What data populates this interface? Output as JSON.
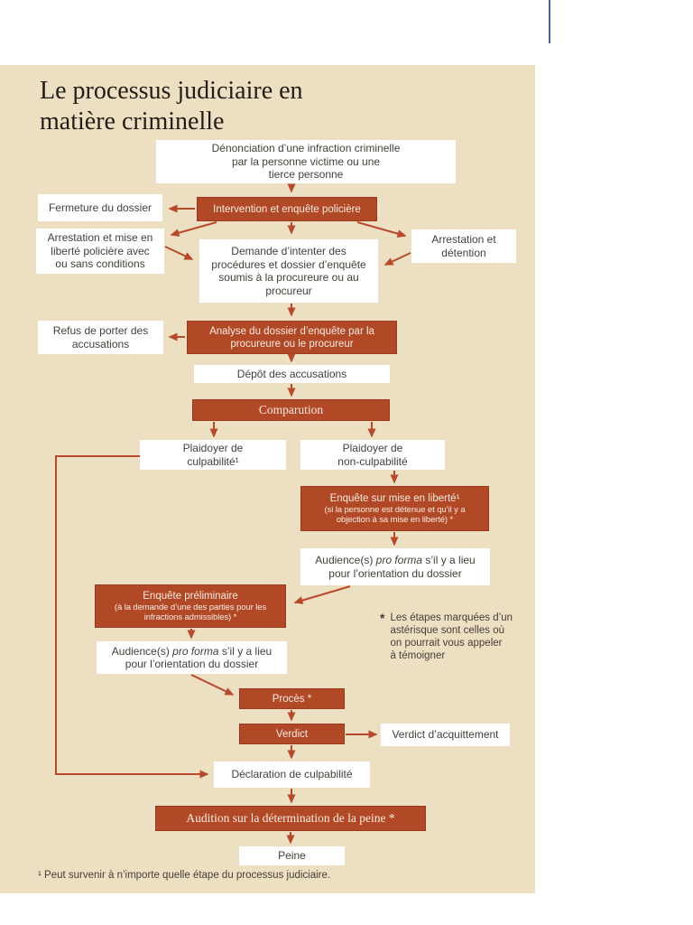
{
  "page": {
    "title_line1": "Le processus judiciaire en",
    "title_line2": "matière criminelle",
    "footnote": "¹ Peut survenir à n’importe quelle étape du processus judiciaire."
  },
  "colors": {
    "panel_background": "#ecdfc2",
    "node_red_fill": "#b14826",
    "node_red_border": "#9a381c",
    "arrow_red": "#b8492a",
    "text_dark": "#443f38",
    "red_box_text": "#f8ece2",
    "top_blue_rule": "#48678a"
  },
  "nodes": {
    "denonciation": {
      "lines": [
        "Dénonciation d’une infraction criminelle",
        "par la personne victime ou une",
        "tierce personne"
      ]
    },
    "fermeture": {
      "label": "Fermeture du dossier"
    },
    "intervention": {
      "label": "Intervention et enquête policière"
    },
    "arrestation_liberte": {
      "lines": [
        "Arrestation et mise en",
        "liberté policière avec",
        "ou sans conditions"
      ]
    },
    "demande": {
      "lines": [
        "Demande d’intenter des",
        "procédures et dossier d’enquête",
        "soumis à la procureure ou au",
        "procureur"
      ]
    },
    "arrestation_detention": {
      "lines": [
        "Arrestation et",
        "détention"
      ]
    },
    "refus": {
      "lines": [
        "Refus de porter des",
        "accusations"
      ]
    },
    "analyse": {
      "lines": [
        "Analyse du dossier d’enquête par la",
        "procureure ou le procureur"
      ]
    },
    "depot": {
      "label": "Dépôt des accusations"
    },
    "comparution": {
      "label": "Comparution"
    },
    "plaidoyer_culpabilite": {
      "lines": [
        "Plaidoyer de",
        "culpabilité¹"
      ]
    },
    "plaidoyer_non_culpabilite": {
      "lines": [
        "Plaidoyer de",
        "non-culpabilité"
      ]
    },
    "enquete_liberte": {
      "title": "Enquête sur mise en liberté¹",
      "sub": [
        "(si la personne est détenue et qu’il y a",
        "objection à sa mise en liberté) *"
      ]
    },
    "audience_droite": {
      "pre": "Audience(s)",
      "italic": "pro forma",
      "post": "s’il y a lieu",
      "line2": "pour l’orientation du dossier"
    },
    "enquete_preliminaire": {
      "title": "Enquête préliminaire",
      "sub": [
        "(à la demande d’une des parties pour les",
        "infractions admissibles) *"
      ]
    },
    "audience_gauche": {
      "pre": "Audience(s)",
      "italic": "pro forma",
      "post": "s’il y a lieu",
      "line2": "pour l’orientation du dossier"
    },
    "proces": {
      "label": "Procès *"
    },
    "verdict": {
      "label": "Verdict"
    },
    "verdict_acquittement": {
      "label": "Verdict d’acquittement"
    },
    "declaration": {
      "label": "Déclaration de culpabilité"
    },
    "audition": {
      "label": "Audition sur la détermination de la peine *"
    },
    "peine": {
      "label": "Peine"
    }
  },
  "note": {
    "marker": "*",
    "lines": [
      "Les étapes marquées d’un",
      "astérisque sont celles où",
      "on pourrait vous appeler",
      "à témoigner"
    ]
  }
}
